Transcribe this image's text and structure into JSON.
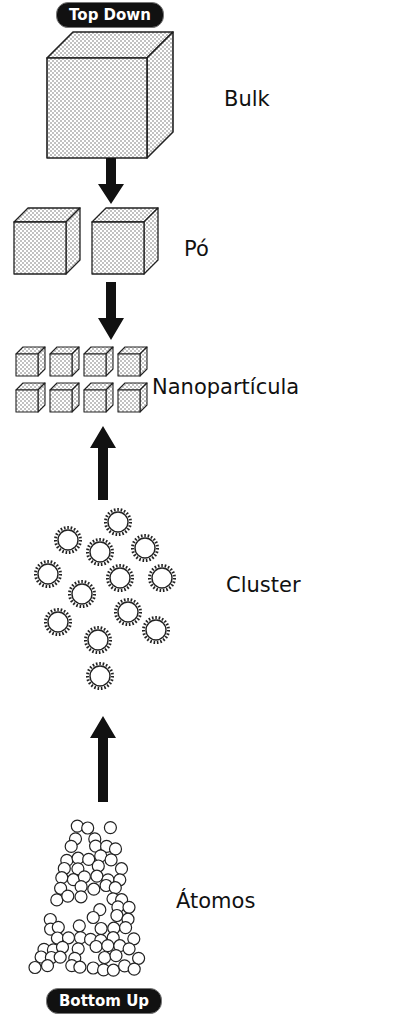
{
  "diagram": {
    "nodes": [
      {
        "text": [
          "Top Down"
        ]
      },
      {
        "text": [
          "Bottom Up"
        ]
      }
    ],
    "labels": [
      "Bulk",
      "Pó",
      "Nanopartícula",
      "Cluster",
      "Átomos"
    ]
  }
}
